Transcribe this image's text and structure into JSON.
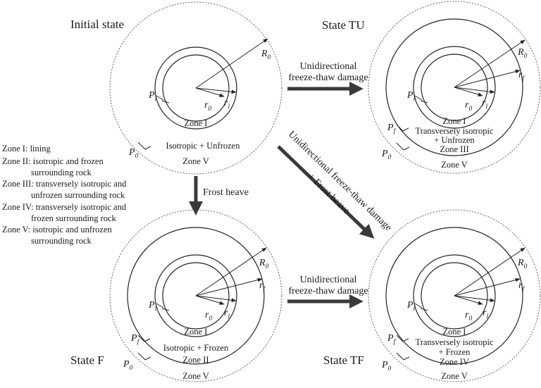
{
  "states": {
    "initial": {
      "title": "Initial state",
      "zone_inner": "Zone I",
      "material": "Isotropic + Unfrozen",
      "zone_outer": "Zone V"
    },
    "tu": {
      "title": "State TU",
      "zone_inner": "Zone I",
      "material_line1": "Transversely isotropic",
      "material_line2": "+ Unfrozen",
      "zone_mid": "Zone III",
      "zone_outer": "Zone V"
    },
    "f": {
      "title": "State F",
      "zone_inner": "Zone I",
      "material": "Isotropic + Frozen",
      "zone_mid": "Zone II",
      "zone_outer": "Zone V"
    },
    "tf": {
      "title": "State TF",
      "zone_inner": "Zone I",
      "material_line1": "Transversely isotropic",
      "material_line2": "+ Frozen",
      "zone_mid": "Zone IV",
      "zone_outer": "Zone V"
    }
  },
  "symbols": {
    "R": "R",
    "R_sub": "0",
    "r0": "r",
    "r0_sub": "0",
    "rl": "r",
    "rl_sub": "l",
    "rf": "r",
    "rf_sub": "f",
    "Pl": "P",
    "Pl_sub": "l",
    "Pf": "P",
    "Pf_sub": "f",
    "P0": "P",
    "P0_sub": "0"
  },
  "arrows": {
    "top_line1": "Unidirectional",
    "top_line2": "freeze-thaw damage",
    "bottom_line1": "Unidirectional",
    "bottom_line2": "freeze-thaw damage",
    "diag_line1": "Unidirectional freeze-thaw damage",
    "diag_line2": "+ Frost heave",
    "down": "Frost heave"
  },
  "legend": [
    {
      "line1": "Zone I: lining",
      "line2": ""
    },
    {
      "line1": "Zone II: isotropic and frozen",
      "line2": "surrounding rock"
    },
    {
      "line1": "Zone III: transversely isotropic and",
      "line2": "unfrozen surrounding rock"
    },
    {
      "line1": "Zone IV: transversely isotropic and",
      "line2": "frozen surrounding rock"
    },
    {
      "line1": "Zone V: isotropic and unfrozen",
      "line2": "surrounding rock"
    }
  ]
}
